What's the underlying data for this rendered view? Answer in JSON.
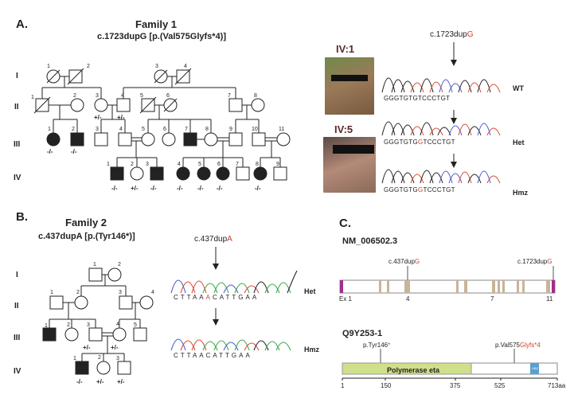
{
  "panelA": {
    "label": "A.",
    "title": "Family 1",
    "mutation": "c.1723dupG [p.(Val575Glyfs*4)]",
    "generations": [
      "I",
      "II",
      "III",
      "IV"
    ],
    "photo_labels": [
      "IV:1",
      "IV:5"
    ],
    "chrom_caption_prefix": "c.1723dup",
    "chrom_caption_red": "G",
    "traces": [
      {
        "seq_prefix": "GGGTGTG",
        "seq_red": "",
        "seq_suffix": "TCCCTGT",
        "label": "WT"
      },
      {
        "seq_prefix": "GGGTGTG",
        "seq_red": "G",
        "seq_suffix": "TCCCTGT",
        "label": "Het"
      },
      {
        "seq_prefix": "GGGTGTG",
        "seq_red": "G",
        "seq_suffix": "TCCCTGT",
        "label": "Hmz"
      }
    ],
    "genotypes": {
      "II3": "+/-",
      "II4": "+/-",
      "III1": "-/-",
      "III2": "-/-",
      "IV1": "-/-",
      "IV2": "+/-",
      "IV3": "-/-",
      "IV4": "-/-",
      "IV5": "-/-",
      "IV6": "-/-",
      "IV8": "-/-"
    }
  },
  "panelB": {
    "label": "B.",
    "title": "Family 2",
    "mutation": "c.437dupA [p.(Tyr146*)]",
    "generations": [
      "I",
      "II",
      "III",
      "IV"
    ],
    "chrom_caption_prefix": "c.437dup",
    "chrom_caption_red": "A",
    "traces": [
      {
        "seq_prefix": "CTTAA",
        "seq_red": "A",
        "seq_suffix": "CATTGAA",
        "label": "Het"
      },
      {
        "seq_prefix": "CTTAACATTGAA",
        "seq_red": "",
        "seq_suffix": "",
        "label": "Hmz"
      }
    ],
    "genotypes": {
      "III3": "+/-",
      "III4": "+/-",
      "IV1": "-/-",
      "IV2": "+/-",
      "IV3": "+/-"
    }
  },
  "panelC": {
    "label": "C.",
    "transcript": "NM_006502.3",
    "gene_mut1_prefix": "c.437dup",
    "gene_mut1_red": "G",
    "gene_mut2_prefix": "c.1723dup",
    "gene_mut2_red": "G",
    "exon_labels": [
      "Ex 1",
      "4",
      "7",
      "11"
    ],
    "protein": "Q9Y253-1",
    "prot_mut1_prefix": "p.Tyr146",
    "prot_mut1_red": "*",
    "prot_mut2_prefix": "p.Val575",
    "prot_mut2_red": "Glyfs*4",
    "domain_label": "Polymerase eta",
    "small_domain_label": "UBZ",
    "axis_ticks": [
      "1",
      "150",
      "375",
      "525",
      "713aa"
    ],
    "colors": {
      "domain": "#cfe08a",
      "small_domain": "#5a9fd4",
      "exon": "#c8b49a",
      "end_cap": "#a02e8e",
      "mutation_red": "#d0402a"
    }
  }
}
